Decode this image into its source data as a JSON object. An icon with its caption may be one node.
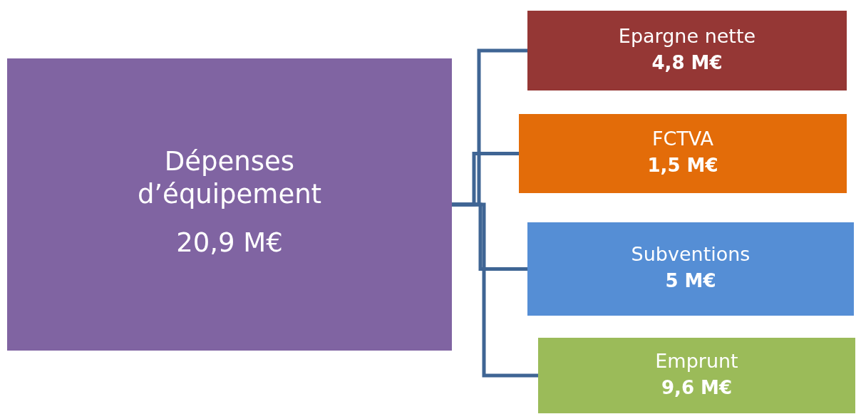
{
  "diagram": {
    "nodes": [
      {
        "text": [
          "Dépenses d’équipement",
          "20,9 M€"
        ]
      },
      {
        "text": [
          "Epargne nette",
          "4,8 M€"
        ]
      },
      {
        "text": [
          "FCTVA",
          "1,5 M€"
        ]
      },
      {
        "text": [
          "Subventions",
          "5 M€"
        ]
      },
      {
        "text": [
          "Emprunt",
          "9,6 M€"
        ]
      }
    ],
    "edges": [
      {
        "from": 0,
        "to": 1,
        "arrow": "none"
      },
      {
        "from": 0,
        "to": 2,
        "arrow": "none"
      },
      {
        "from": 0,
        "to": 3,
        "arrow": "none"
      },
      {
        "from": 0,
        "to": 4,
        "arrow": "none"
      }
    ]
  }
}
